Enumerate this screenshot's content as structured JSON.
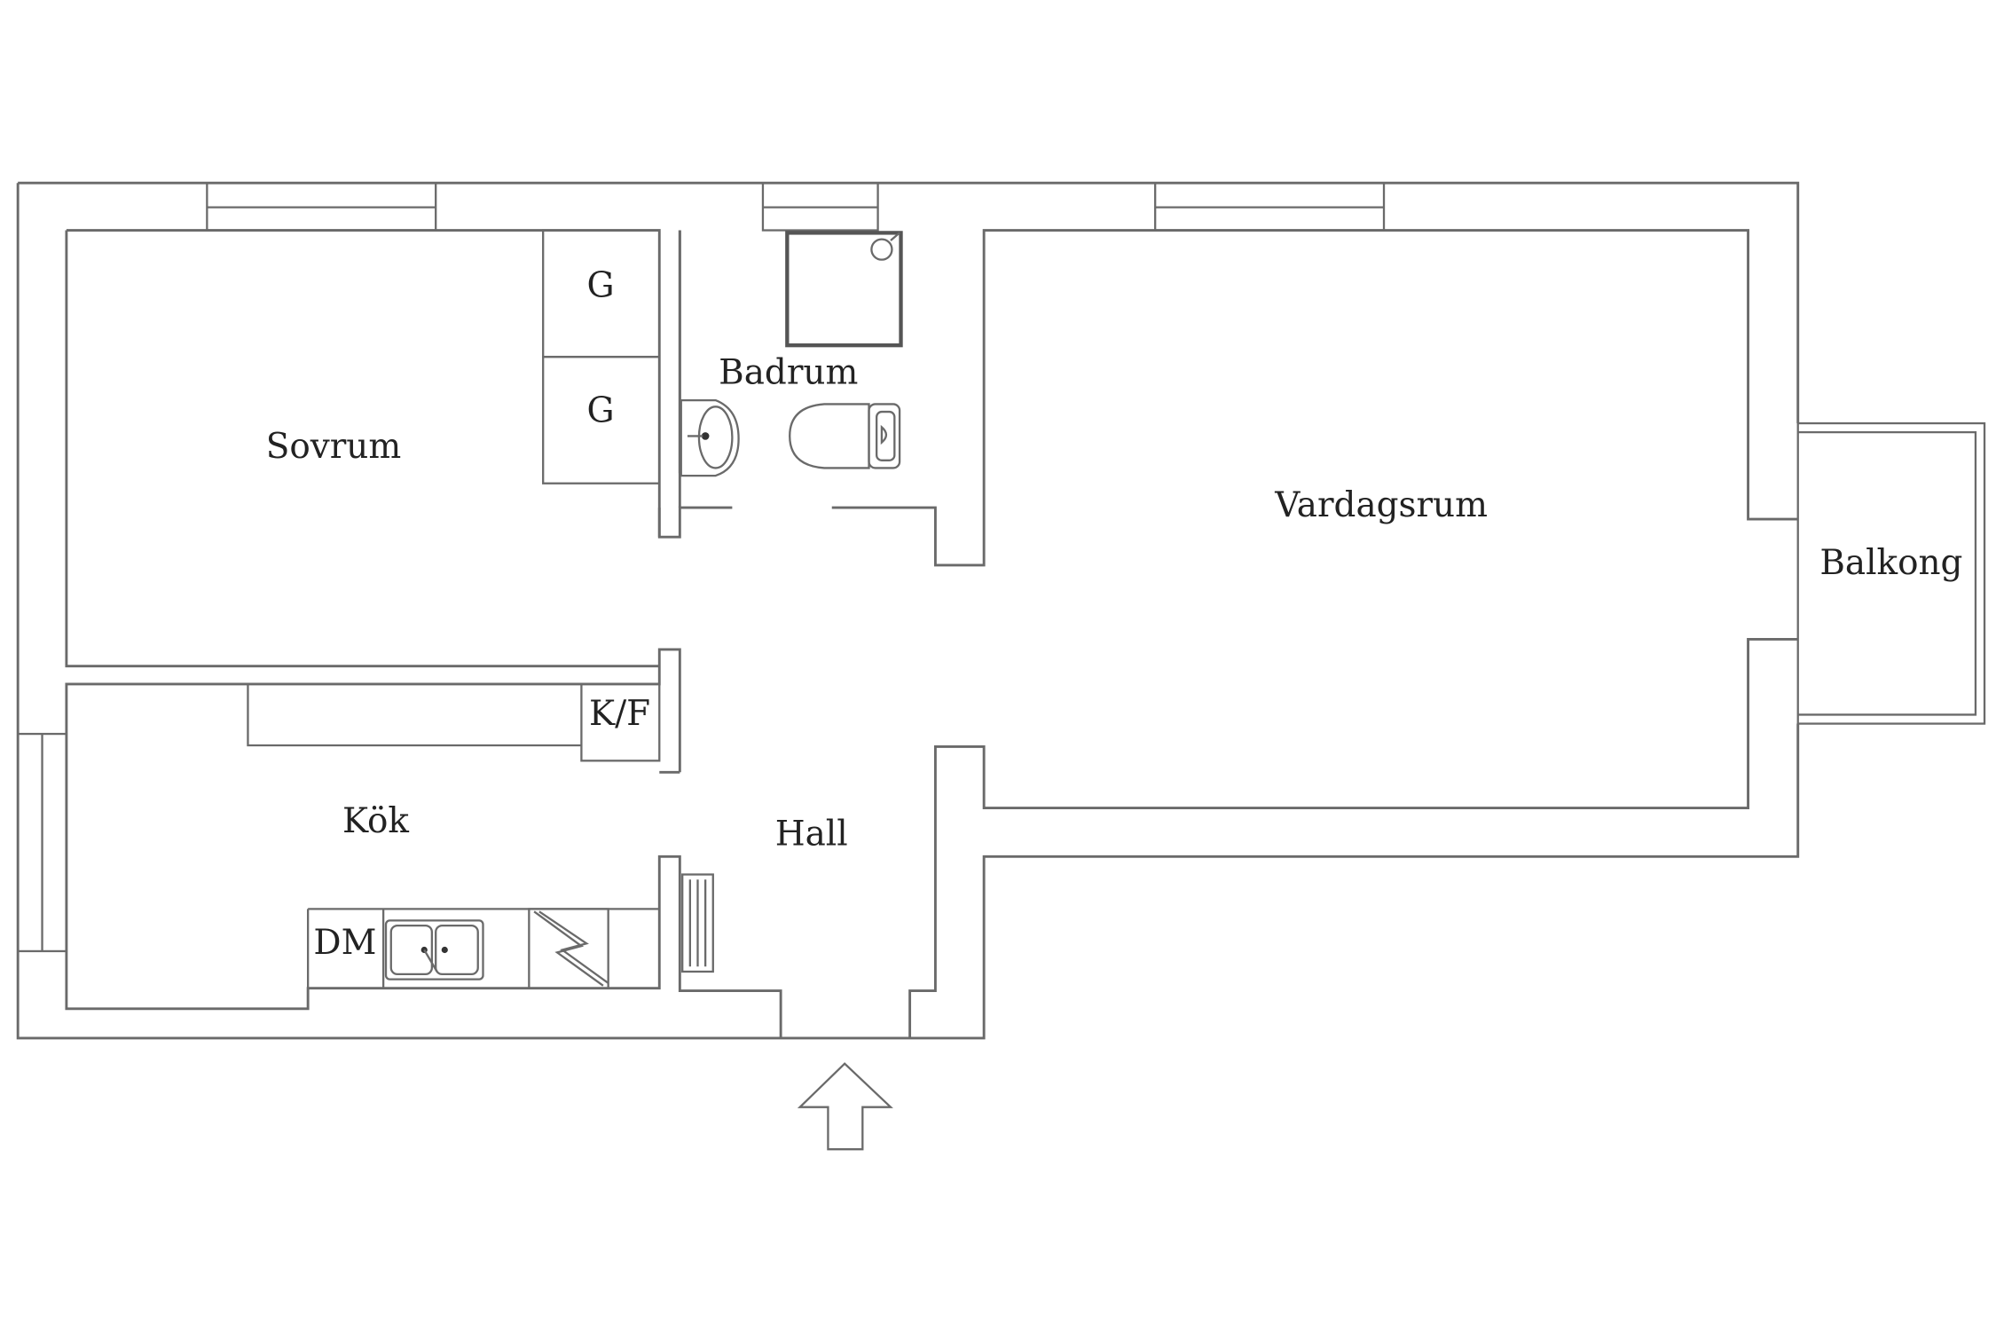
{
  "rooms": {
    "sovrum": "Sovrum",
    "badrum": "Badrum",
    "vardagsrum": "Vardagsrum",
    "balkong": "Balkong",
    "kok": "Kök",
    "hall": "Hall"
  },
  "fixtures": {
    "wardrobe_1": "G",
    "wardrobe_2": "G",
    "fridge_freezer": "K/F",
    "dishwasher": "DM"
  },
  "icons": {
    "entrance": "arrow-up-icon",
    "sink": "sink-icon",
    "toilet": "toilet-icon",
    "shower": "shower-icon",
    "stove": "stove-icon",
    "radiator": "radiator-icon"
  }
}
